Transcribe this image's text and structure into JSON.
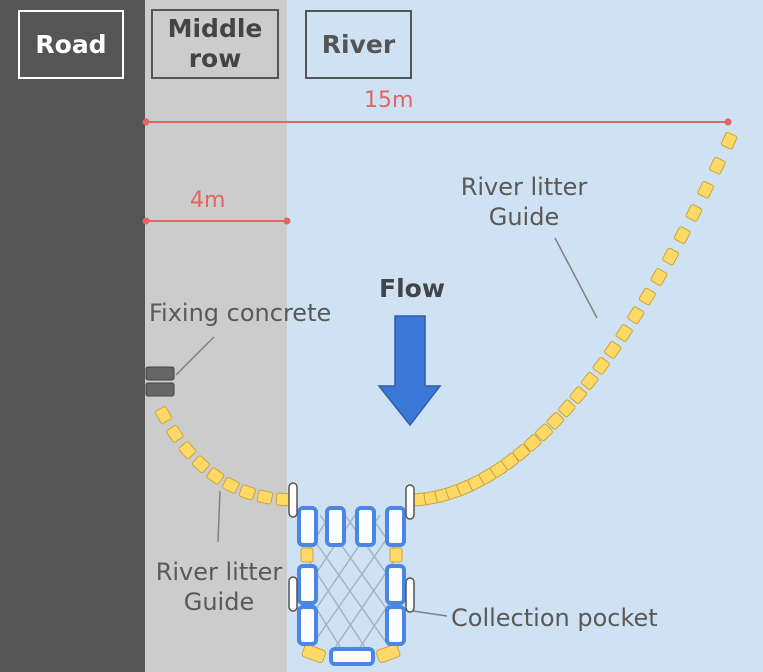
{
  "zones": {
    "road": "Road",
    "middle_row": "Middle\nrow",
    "river": "River"
  },
  "dimensions": {
    "overall": "15m",
    "middle_row_width": "4m"
  },
  "flow": {
    "label": "Flow",
    "arrow_color": "#3c78d8"
  },
  "labels": {
    "fixing_concrete": "Fixing concrete",
    "guide_right": "River litter\nGuide",
    "guide_left": "River litter\nGuide",
    "collection_pocket": "Collection pocket"
  },
  "colors": {
    "road": "#555555",
    "middle_row": "#cccccc",
    "river": "#cfe2f3",
    "guide_float": "#ffd966",
    "dimension_line": "#e06666",
    "pocket_frame": "#4a86e8"
  }
}
